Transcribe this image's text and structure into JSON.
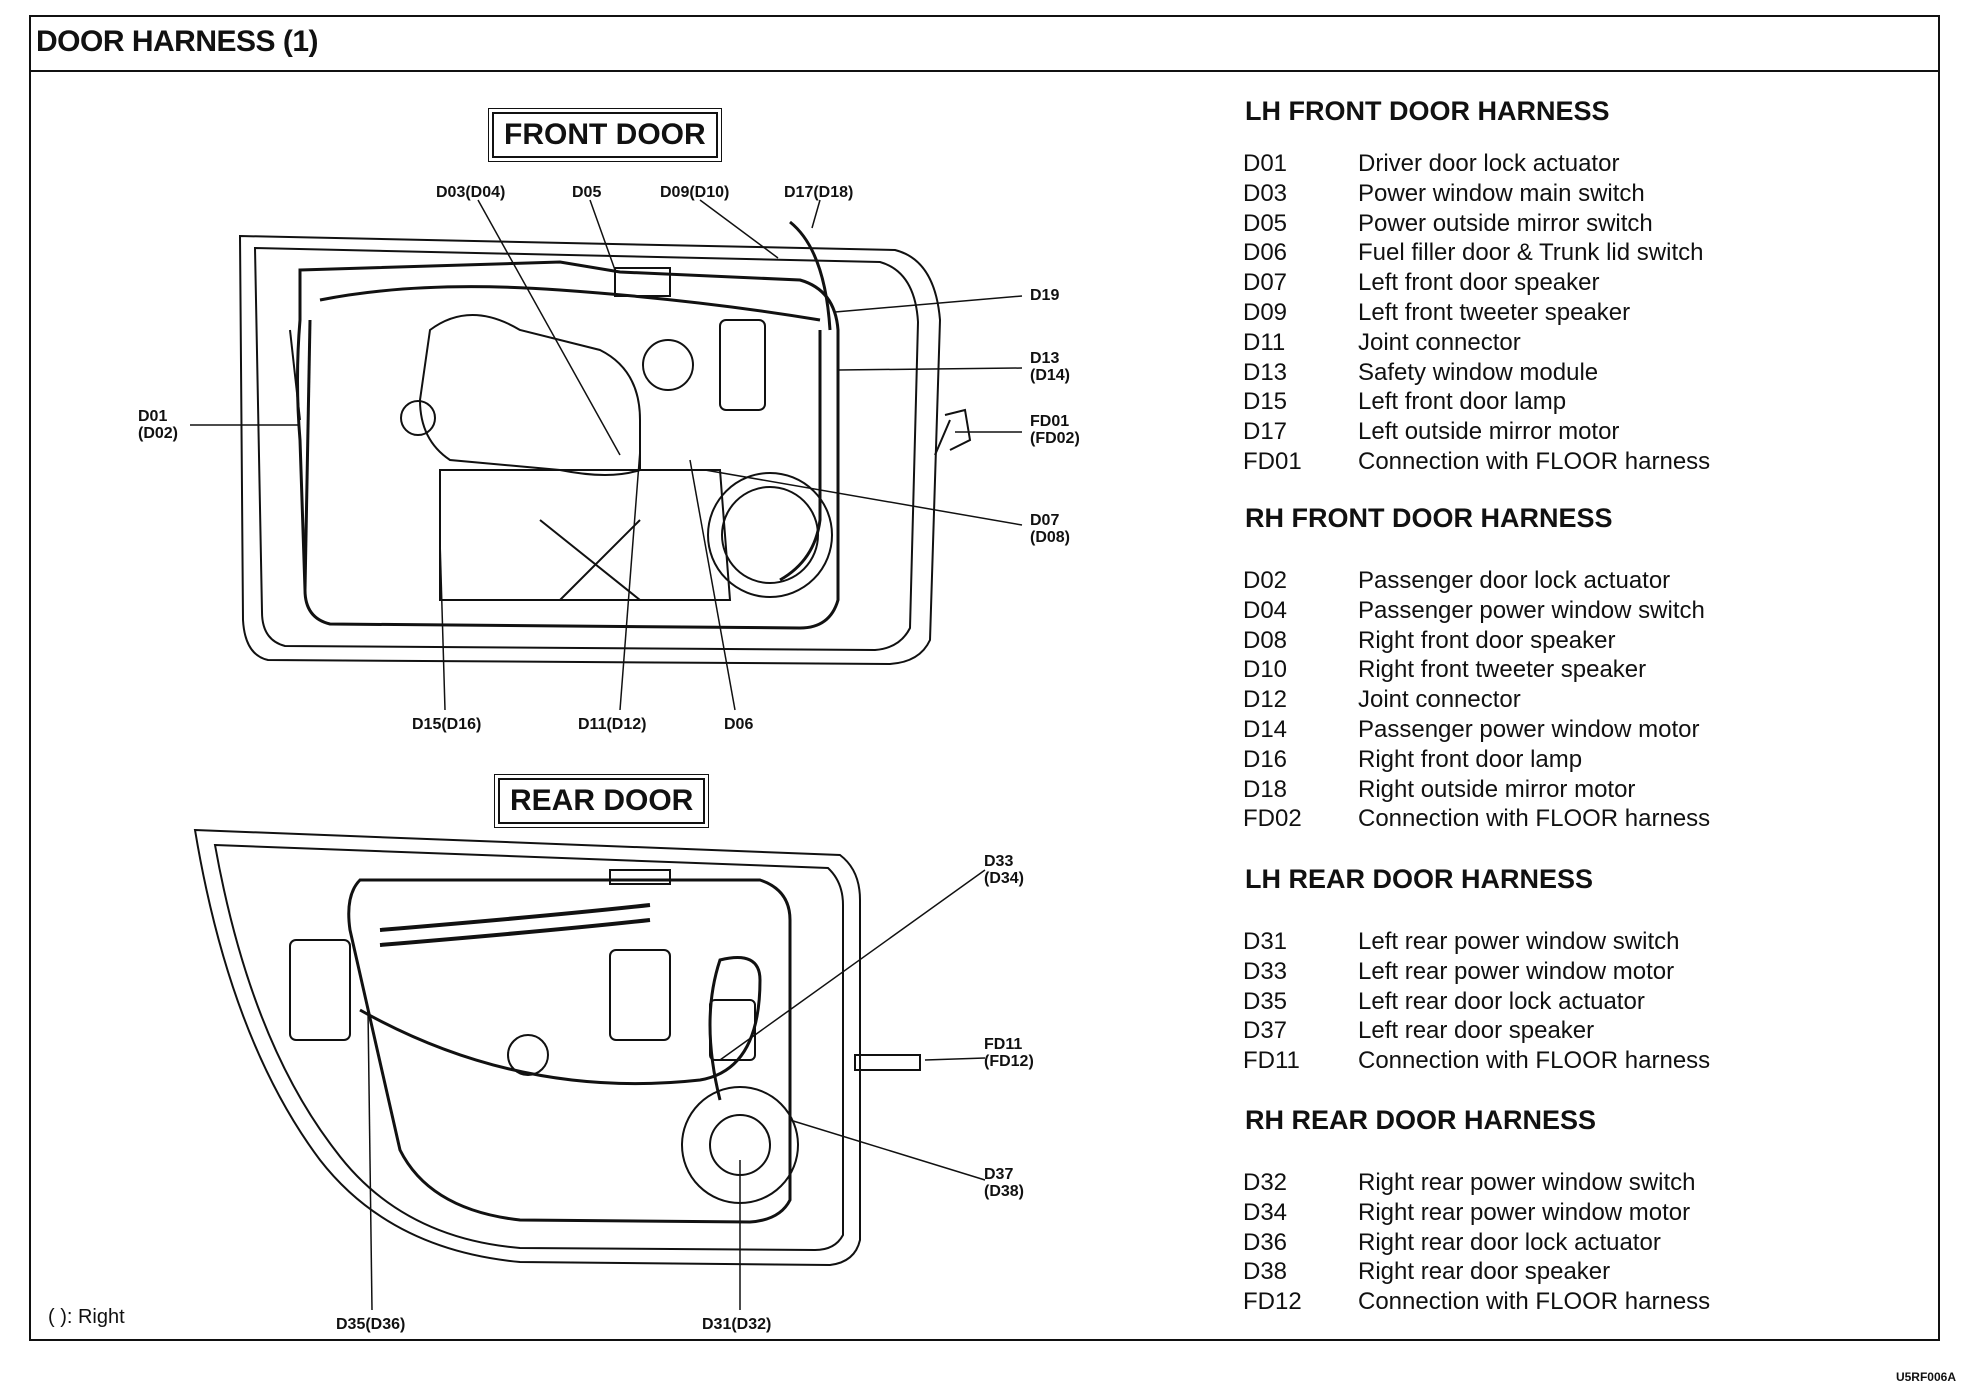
{
  "title": "DOOR HARNESS (1)",
  "front_door_title": "FRONT DOOR",
  "rear_door_title": "REAR DOOR",
  "legend": "(   ): Right",
  "figure_code": "U5RF006A",
  "front_labels": {
    "d03": "D03(D04)",
    "d05": "D05",
    "d09": "D09(D10)",
    "d17": "D17(D18)",
    "d19": "D19",
    "d13": "D13\n(D14)",
    "fd01": "FD01\n(FD02)",
    "d07": "D07\n(D08)",
    "d01": "D01\n(D02)",
    "d15": "D15(D16)",
    "d11": "D11(D12)",
    "d06": "D06"
  },
  "rear_labels": {
    "d33": "D33\n(D34)",
    "fd11": "FD11\n(FD12)",
    "d37": "D37\n(D38)",
    "d35": "D35(D36)",
    "d31": "D31(D32)"
  },
  "sections": [
    {
      "title": "LH FRONT DOOR HARNESS",
      "rows": [
        {
          "code": "D01",
          "desc": "Driver door lock actuator"
        },
        {
          "code": "D03",
          "desc": "Power window main switch"
        },
        {
          "code": "D05",
          "desc": "Power outside mirror switch"
        },
        {
          "code": "D06",
          "desc": "Fuel filler door & Trunk lid switch"
        },
        {
          "code": "D07",
          "desc": "Left front door speaker"
        },
        {
          "code": "D09",
          "desc": "Left front tweeter speaker"
        },
        {
          "code": "D11",
          "desc": "Joint connector"
        },
        {
          "code": "D13",
          "desc": "Safety window module"
        },
        {
          "code": "D15",
          "desc": "Left front door lamp"
        },
        {
          "code": "D17",
          "desc": "Left outside mirror motor"
        },
        {
          "code": "FD01",
          "desc": "Connection with FLOOR harness"
        }
      ]
    },
    {
      "title": "RH FRONT DOOR HARNESS",
      "rows": [
        {
          "code": "D02",
          "desc": "Passenger door lock actuator"
        },
        {
          "code": "D04",
          "desc": "Passenger power window switch"
        },
        {
          "code": "D08",
          "desc": "Right front door speaker"
        },
        {
          "code": "D10",
          "desc": "Right front tweeter speaker"
        },
        {
          "code": "D12",
          "desc": "Joint connector"
        },
        {
          "code": "D14",
          "desc": "Passenger power window motor"
        },
        {
          "code": "D16",
          "desc": "Right front door lamp"
        },
        {
          "code": "D18",
          "desc": "Right outside mirror motor"
        },
        {
          "code": "FD02",
          "desc": "Connection with FLOOR harness"
        }
      ]
    },
    {
      "title": "LH REAR DOOR HARNESS",
      "rows": [
        {
          "code": "D31",
          "desc": "Left rear power window switch"
        },
        {
          "code": "D33",
          "desc": "Left rear power window motor"
        },
        {
          "code": "D35",
          "desc": "Left rear door lock actuator"
        },
        {
          "code": "D37",
          "desc": "Left rear door speaker"
        },
        {
          "code": "FD11",
          "desc": "Connection with FLOOR harness"
        }
      ]
    },
    {
      "title": "RH REAR DOOR HARNESS",
      "rows": [
        {
          "code": "D32",
          "desc": "Right rear power window switch"
        },
        {
          "code": "D34",
          "desc": "Right rear power window motor"
        },
        {
          "code": "D36",
          "desc": "Right rear door lock actuator"
        },
        {
          "code": "D38",
          "desc": "Right rear door speaker"
        },
        {
          "code": "FD12",
          "desc": "Connection with FLOOR harness"
        }
      ]
    }
  ]
}
